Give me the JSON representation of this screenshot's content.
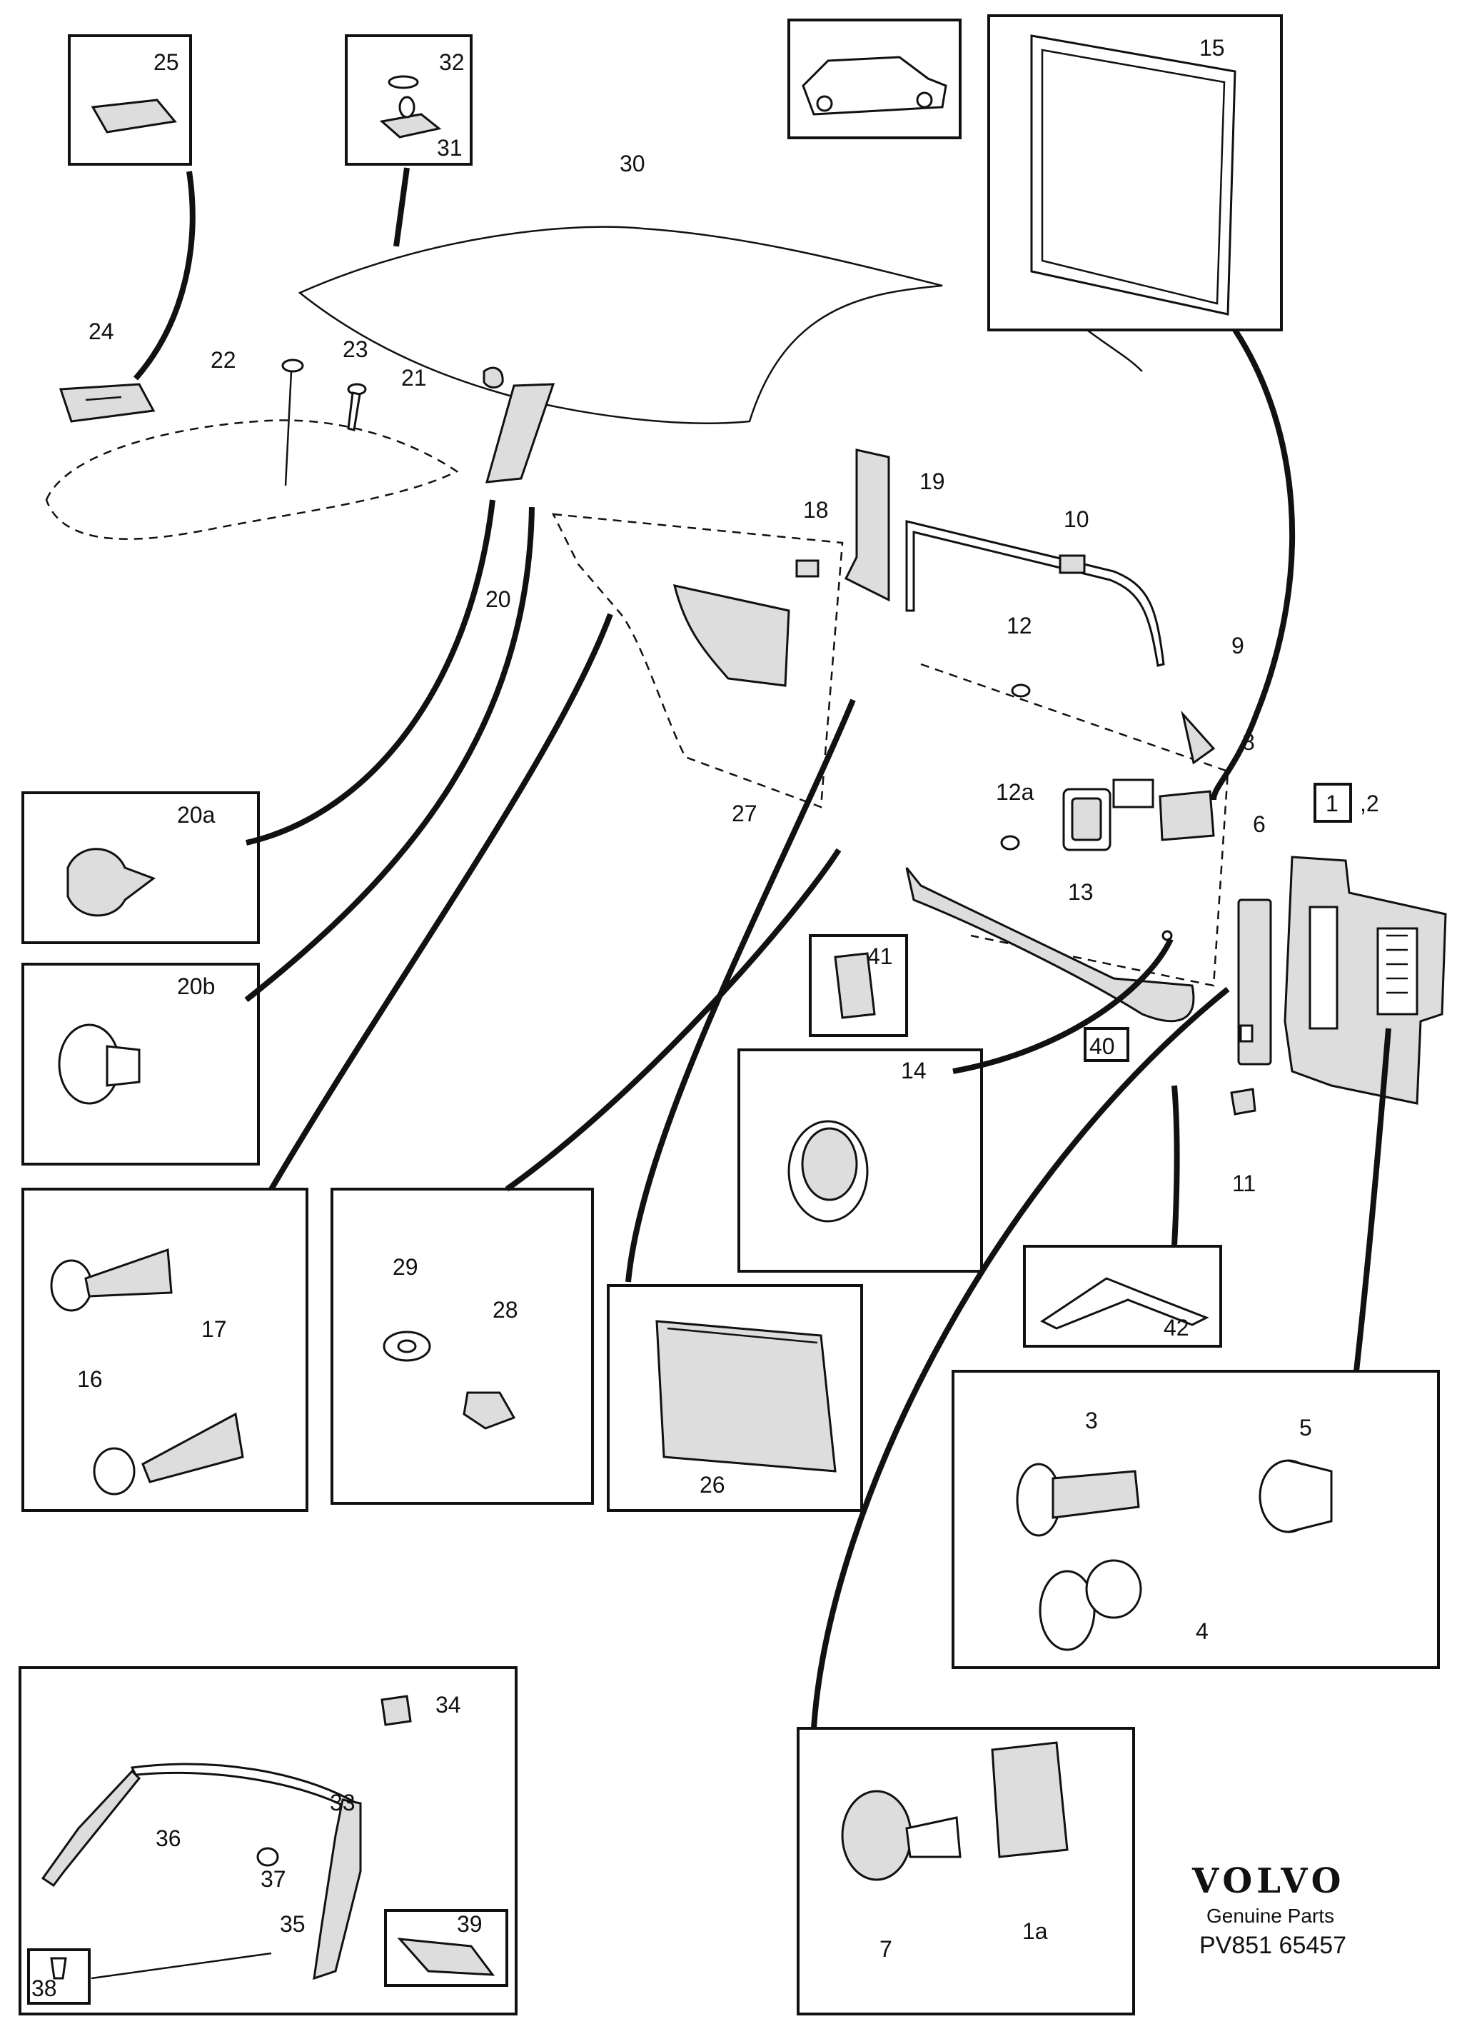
{
  "brand": {
    "name": "VOLVO",
    "subtitle": "Genuine Parts",
    "part_number": "PV851 65457"
  },
  "labels": {
    "l1": "1",
    "l1b": ",2",
    "l1a": "1a",
    "l3": "3",
    "l4": "4",
    "l5": "5",
    "l6": "6",
    "l7": "7",
    "l8": "8",
    "l9": "9",
    "l10": "10",
    "l11": "11",
    "l12": "12",
    "l12a": "12a",
    "l13": "13",
    "l14": "14",
    "l15": "15",
    "l16": "16",
    "l17": "17",
    "l18": "18",
    "l19": "19",
    "l20": "20",
    "l20a": "20a",
    "l20b": "20b",
    "l21": "21",
    "l22": "22",
    "l23": "23",
    "l24": "24",
    "l25": "25",
    "l26": "26",
    "l27": "27",
    "l28": "28",
    "l29": "29",
    "l30": "30",
    "l31": "31",
    "l32": "32",
    "l33": "33",
    "l34": "34",
    "l35": "35",
    "l36": "36",
    "l37": "37",
    "l38": "38",
    "l39": "39",
    "l40": "40",
    "l41": "41",
    "l42": "42"
  }
}
